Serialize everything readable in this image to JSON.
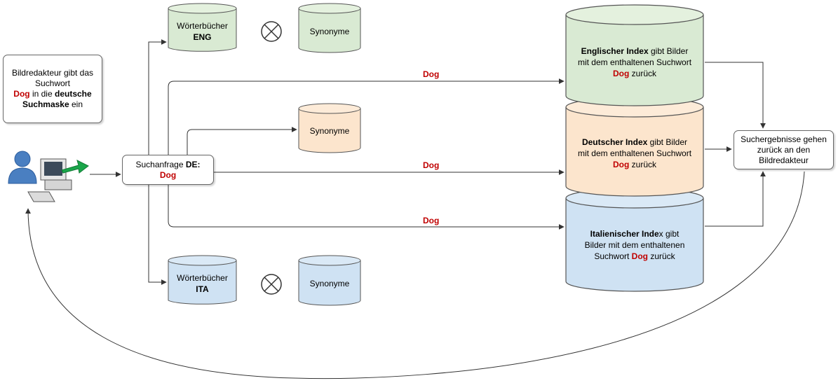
{
  "start_box": {
    "line1": "Bildredakteur gibt das",
    "line2": "Suchwort",
    "dog": "Dog",
    "mid": " in die ",
    "deutsche": "deutsche",
    "suchmaske": "Suchmaske",
    "end": " ein"
  },
  "query_box": {
    "prefix": "Suchanfrage ",
    "de": "DE:",
    "dog": "Dog"
  },
  "dict_eng": {
    "title": "Wörterbücher",
    "lang": "ENG"
  },
  "dict_ita": {
    "title": "Wörterbücher",
    "lang": "ITA"
  },
  "synonyms": {
    "eng": "Synonyme",
    "de": "Synonyme",
    "ita": "Synonyme"
  },
  "edge_labels": {
    "eng": "Dog",
    "de": "Dog",
    "ita": "Dog"
  },
  "index_eng": {
    "bold": "Englischer Index",
    "rest1": " gibt Bilder",
    "line2": "mit dem enthaltenen Suchwort",
    "dog": "Dog",
    "end": " zurück"
  },
  "index_de": {
    "bold": "Deutscher Index",
    "rest1": " gibt Bilder",
    "line2": "mit dem enthaltenen Suchwort",
    "dog": "Dog",
    "end": " zurück"
  },
  "index_ita": {
    "bold": "Italienischer Inde",
    "rest1": "x gibt",
    "line2": "Bilder mit dem enthaltenen",
    "line3": "Suchwort ",
    "dog": "Dog",
    "end": " zurück"
  },
  "result_box": {
    "line1": "Suchergebnisse gehen",
    "line2": "zurück an den",
    "line3": "Bildredakteur"
  },
  "colors": {
    "green_fill": "#d9ead3",
    "green_top": "#e4f1de",
    "orange_fill": "#fce5cd",
    "orange_top": "#fdebd8",
    "blue_fill": "#cfe2f3",
    "blue_top": "#dae9f6",
    "accent_red": "#c00000",
    "arrow_green": "#1aa64a"
  }
}
